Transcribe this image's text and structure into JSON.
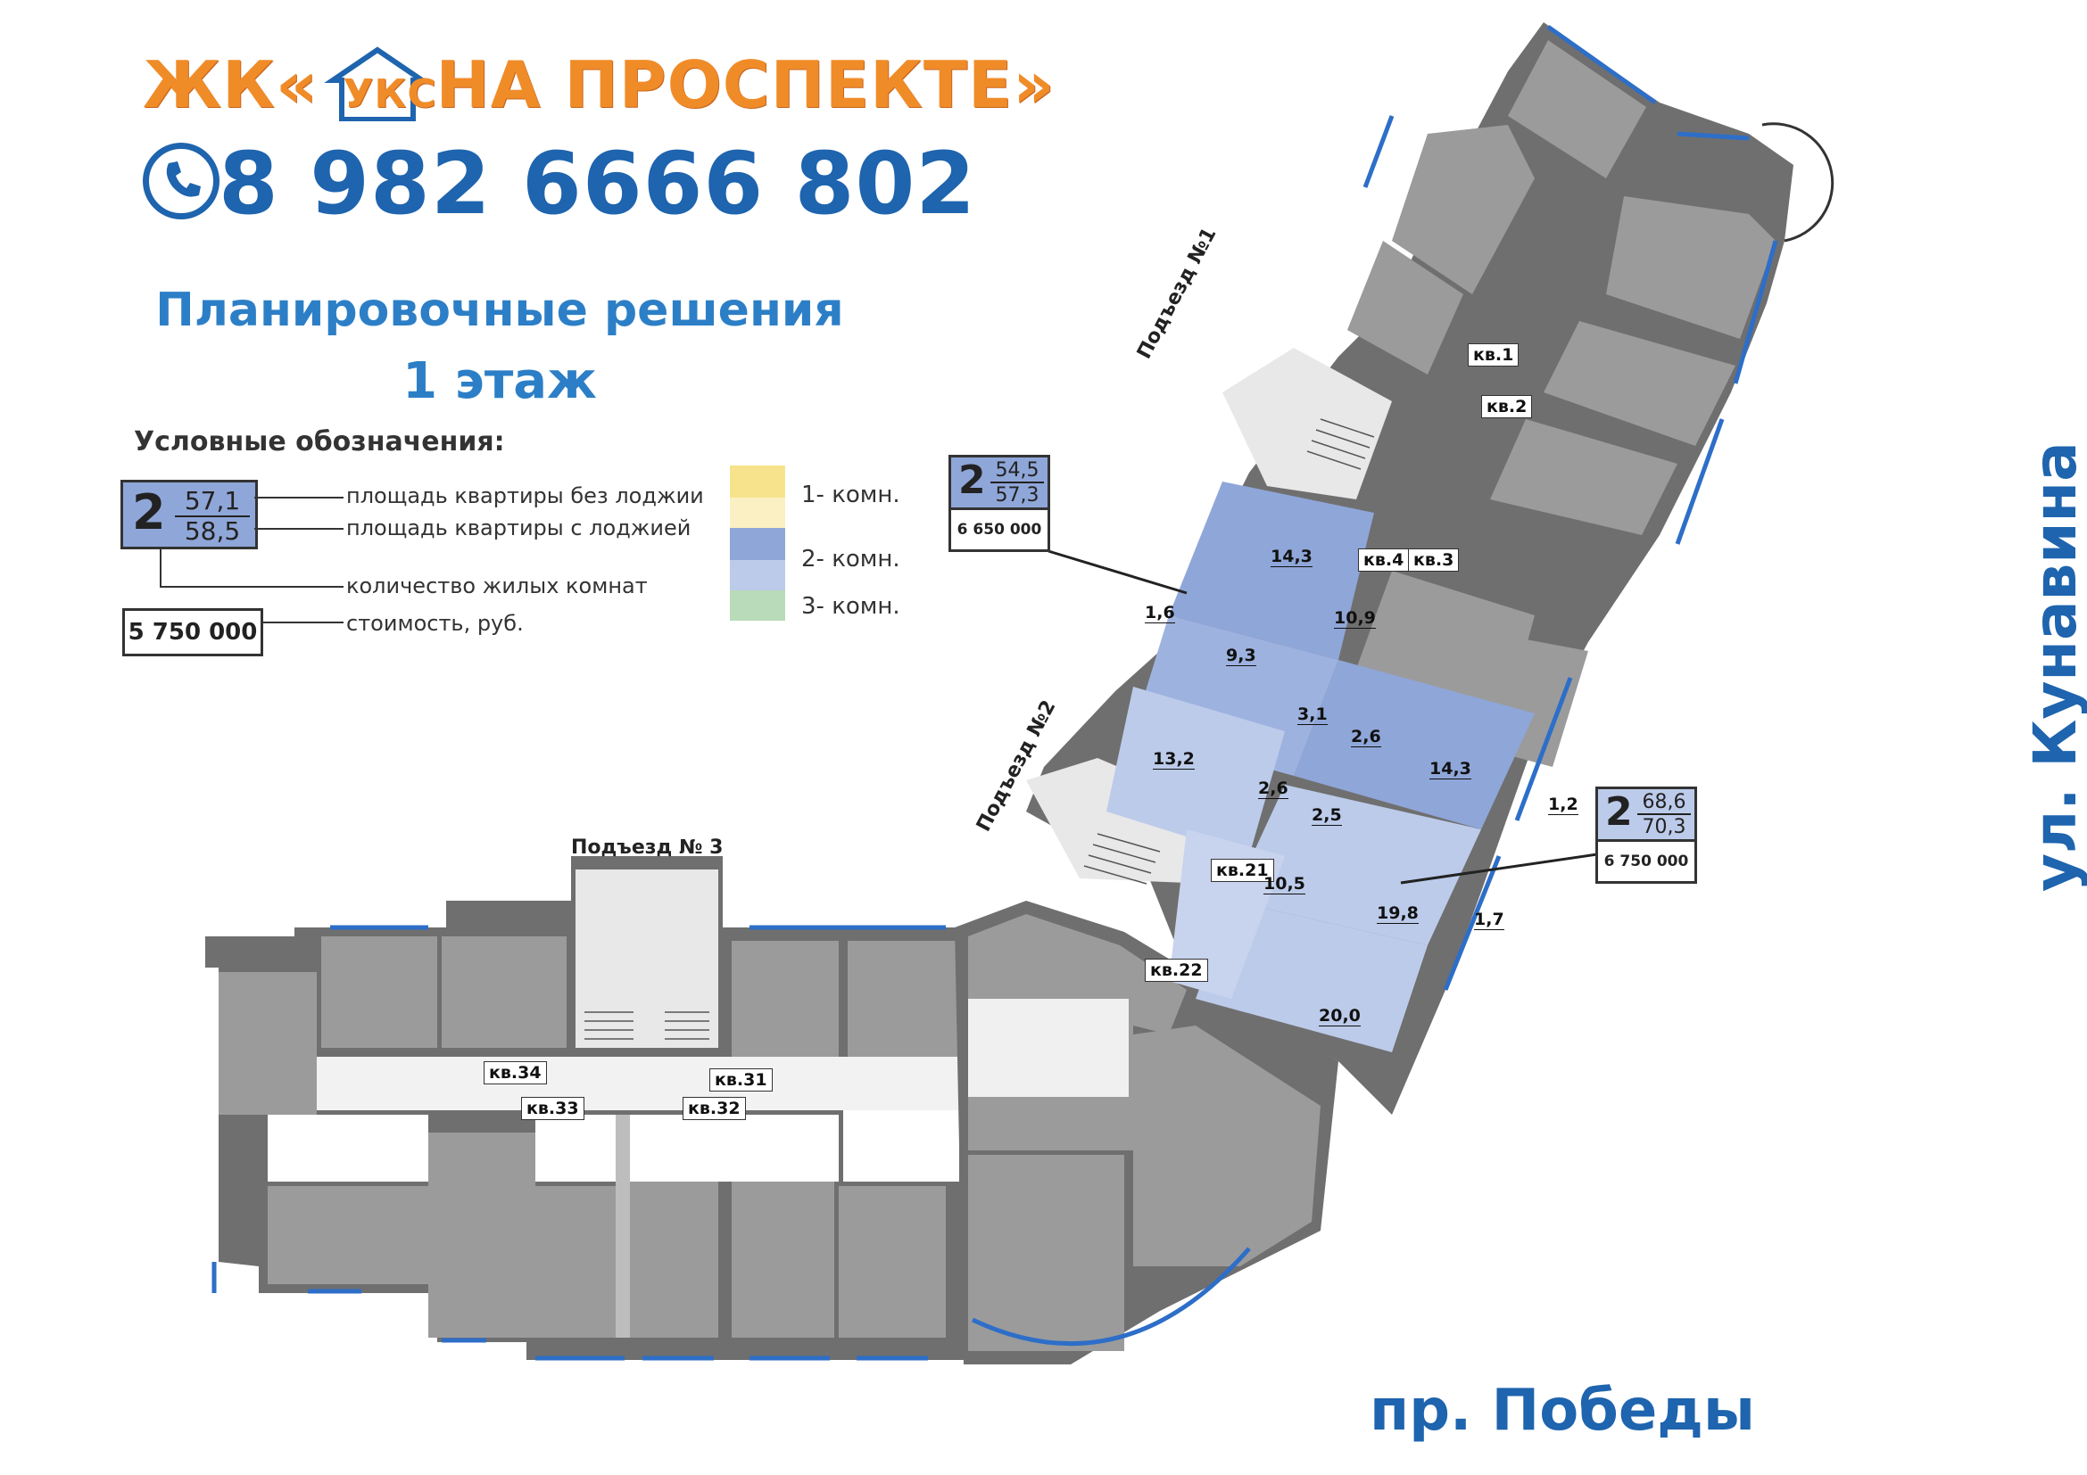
{
  "brand": {
    "prefix": "ЖК«",
    "logo_text": "УКС",
    "suffix": "НА ПРОСПЕКТЕ»"
  },
  "phone": "8 982 6666 802",
  "heading": {
    "line1": "Планировочные решения",
    "line2": "1 этаж"
  },
  "legend": {
    "title": "Условные обозначения:",
    "sample_rooms": "2",
    "sample_area_no_loggia": "57,1",
    "sample_area_with_loggia": "58,5",
    "sample_price": "5 750 000",
    "label_area_no_loggia": "площадь квартиры без лоджии",
    "label_area_with_loggia": "площадь квартиры с лоджией",
    "label_rooms": "количество жилых комнат",
    "label_price": "стоимость, руб.",
    "swatches": [
      {
        "label": "1- комн.",
        "colors": [
          "#f6e38c",
          "#fbf0c3"
        ]
      },
      {
        "label": "2- комн.",
        "colors": [
          "#8fa6d8",
          "#bccbea"
        ]
      },
      {
        "label": "3- комн.",
        "colors": [
          "#b9dbb9"
        ]
      }
    ]
  },
  "colors": {
    "brand": "#f08c28",
    "phone": "#1e64ae",
    "heading": "#2c7fc6",
    "apt_gray": "#9b9b9b",
    "two_room_dark": "#8fa6d8",
    "two_room_light": "#bccbea",
    "wall": "#5a5a5a",
    "stair": "#e8e8e8",
    "window": "#2d6ec8"
  },
  "offers": [
    {
      "rooms": "2",
      "area_no_loggia": "54,5",
      "area_with_loggia": "57,3",
      "price": "6 650 000"
    },
    {
      "rooms": "2",
      "area_no_loggia": "68,6",
      "area_with_loggia": "70,3",
      "price": "6 750 000"
    }
  ],
  "entrances": {
    "e1": "Подъезд №1",
    "e2": "Подъезд №2",
    "e3": "Подъезд № 3"
  },
  "apartments": {
    "kv1": "кв.1",
    "kv2": "кв.2",
    "kv3": "кв.3",
    "kv4": "кв.4",
    "kv21": "кв.21",
    "kv22": "кв.22",
    "kv31": "кв.31",
    "kv32": "кв.32",
    "kv33": "кв.33",
    "kv34": "кв.34"
  },
  "room_areas": {
    "r1": "14,3",
    "r2": "10,9",
    "r3": "1,6",
    "r4": "9,3",
    "r5": "3,1",
    "r6": "2,6",
    "r7": "14,3",
    "r8": "13,2",
    "r9": "2,6",
    "r10": "2,5",
    "r11": "1,2",
    "r12": "10,5",
    "r13": "19,8",
    "r14": "1,7",
    "r15": "20,0"
  },
  "streets": {
    "kunavina": "ул. Кунавина",
    "pobedy": "пр. Победы"
  }
}
